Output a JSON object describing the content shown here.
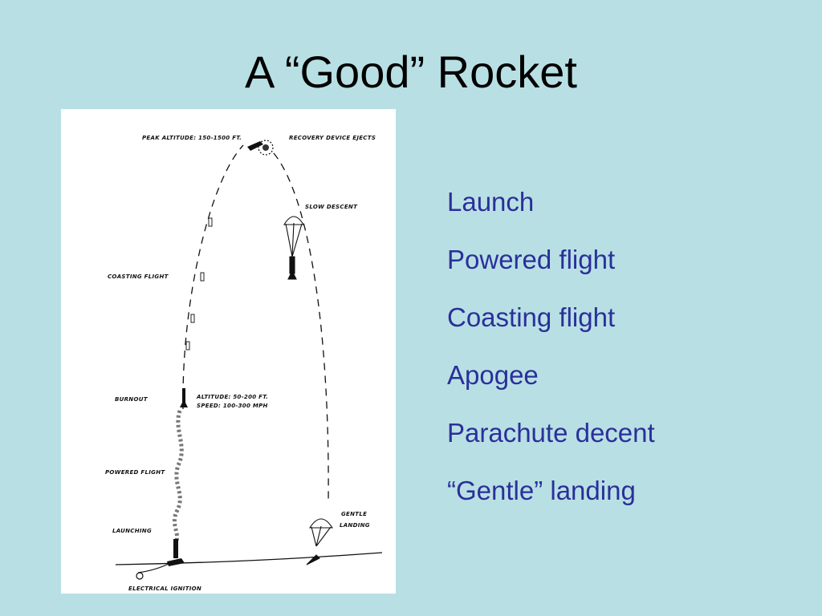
{
  "slide": {
    "title": "A “Good” Rocket"
  },
  "figure": {
    "labels": {
      "peak": "PEAK ALTITUDE: 150-1500 FT.",
      "recovery": "RECOVERY DEVICE EJECTS",
      "slow_descent": "SLOW DESCENT",
      "coasting": "COASTING FLIGHT",
      "burnout": "BURNOUT",
      "altitude_line1": "ALTITUDE: 50-200 FT.",
      "altitude_line2": "SPEED: 100-300 MPH",
      "powered": "POWERED FLIGHT",
      "gentle_line1": "GENTLE",
      "gentle_line2": "LANDING",
      "launching": "LAUNCHING",
      "ignition": "ELECTRICAL IGNITION"
    }
  },
  "stages": [
    "Launch",
    "Powered flight",
    "Coasting flight",
    "Apogee",
    "Parachute decent",
    "“Gentle” landing"
  ]
}
